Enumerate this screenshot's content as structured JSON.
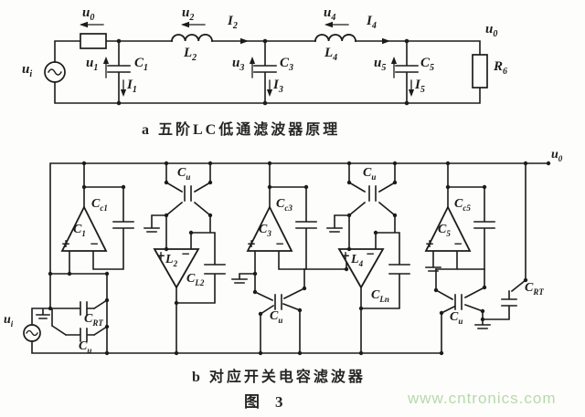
{
  "figure_a": {
    "caption": "a  五阶LC低通滤波器原理",
    "labels": {
      "ui": {
        "t": "u",
        "s": "i"
      },
      "u0_in": {
        "t": "u",
        "s": "0"
      },
      "u1": {
        "t": "u",
        "s": "1"
      },
      "c1": {
        "t": "C",
        "s": "1"
      },
      "i1": {
        "t": "I",
        "s": "1"
      },
      "u2": {
        "t": "u",
        "s": "2"
      },
      "l2": {
        "t": "L",
        "s": "2"
      },
      "i2": {
        "t": "I",
        "s": "2"
      },
      "u3": {
        "t": "u",
        "s": "3"
      },
      "c3": {
        "t": "C",
        "s": "3"
      },
      "i3": {
        "t": "I",
        "s": "3"
      },
      "u4": {
        "t": "u",
        "s": "4"
      },
      "l4": {
        "t": "L",
        "s": "4"
      },
      "i4": {
        "t": "I",
        "s": "4"
      },
      "u5": {
        "t": "u",
        "s": "5"
      },
      "c5": {
        "t": "C",
        "s": "5"
      },
      "i5": {
        "t": "I",
        "s": "5"
      },
      "u0_out": {
        "t": "u",
        "s": "0"
      },
      "r6": {
        "t": "R",
        "s": "6"
      }
    }
  },
  "figure_b": {
    "caption": "b  对应开关电容滤波器",
    "plus": "+",
    "minus": "−",
    "labels": {
      "amp1": {
        "t": "C",
        "s": "1"
      },
      "cc1": {
        "t": "C",
        "s": "c1"
      },
      "l2": {
        "t": "L",
        "s": "2"
      },
      "cl2": {
        "t": "C",
        "s": "L2"
      },
      "amp3": {
        "t": "C",
        "s": "3"
      },
      "cc3": {
        "t": "C",
        "s": "c3"
      },
      "l4": {
        "t": "L",
        "s": "4"
      },
      "cln": {
        "t": "C",
        "s": "Ln"
      },
      "amp5": {
        "t": "C",
        "s": "5"
      },
      "cc5": {
        "t": "C",
        "s": "c5"
      },
      "cu": {
        "t": "C",
        "s": "u"
      },
      "crt": {
        "t": "C",
        "s": "RT"
      },
      "ui": {
        "t": "u",
        "s": "i"
      },
      "u0": {
        "t": "u",
        "s": "0"
      }
    }
  },
  "figure_caption": "图　3",
  "watermark": {
    "text": "www.cntronics.com",
    "color": "#b7d9ac"
  }
}
